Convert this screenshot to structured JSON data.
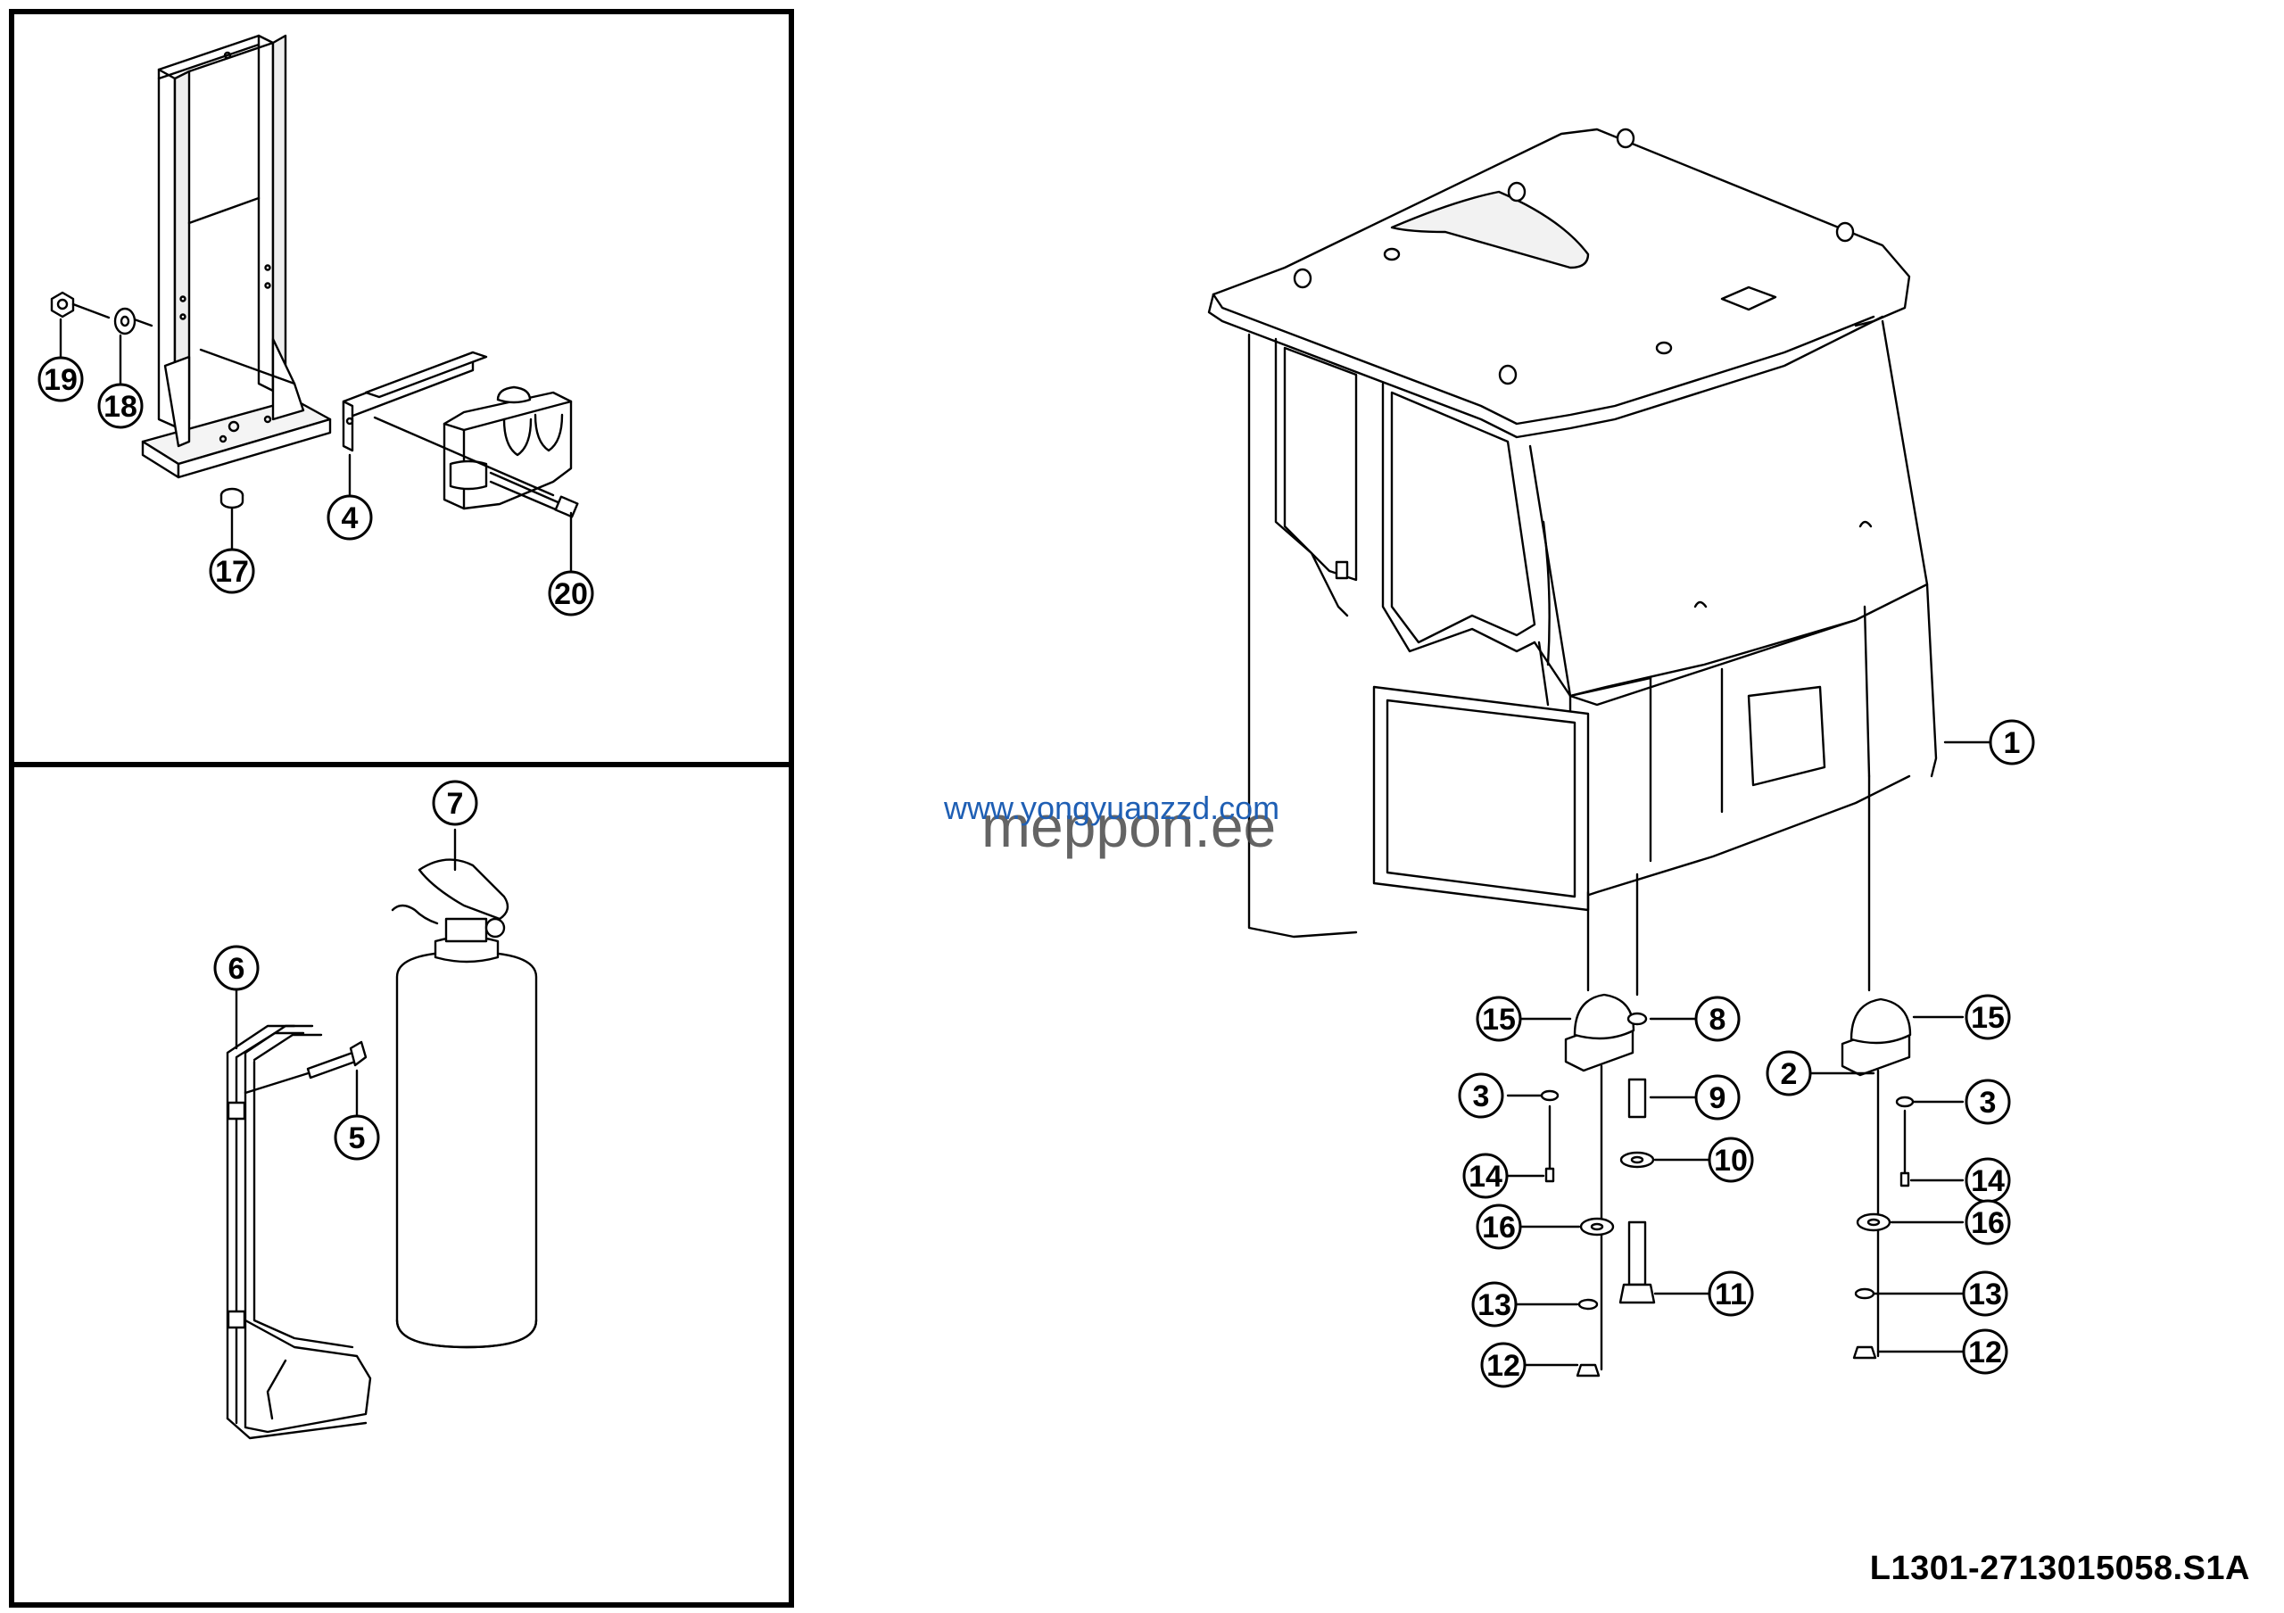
{
  "drawing": {
    "part_code": "L1301-2713015058.S1A",
    "watermark_url": "www.yongyuanzzd.com",
    "watermark_text": "meppon.ee"
  },
  "callouts": [
    {
      "id": "c1",
      "num": "1"
    },
    {
      "id": "c2",
      "num": "2"
    },
    {
      "id": "c3a",
      "num": "3"
    },
    {
      "id": "c3b",
      "num": "3"
    },
    {
      "id": "c4",
      "num": "4"
    },
    {
      "id": "c5",
      "num": "5"
    },
    {
      "id": "c6",
      "num": "6"
    },
    {
      "id": "c7",
      "num": "7"
    },
    {
      "id": "c8",
      "num": "8"
    },
    {
      "id": "c9",
      "num": "9"
    },
    {
      "id": "c10",
      "num": "10"
    },
    {
      "id": "c11",
      "num": "11"
    },
    {
      "id": "c12a",
      "num": "12"
    },
    {
      "id": "c12b",
      "num": "12"
    },
    {
      "id": "c13a",
      "num": "13"
    },
    {
      "id": "c13b",
      "num": "13"
    },
    {
      "id": "c14a",
      "num": "14"
    },
    {
      "id": "c14b",
      "num": "14"
    },
    {
      "id": "c15a",
      "num": "15"
    },
    {
      "id": "c15b",
      "num": "15"
    },
    {
      "id": "c16a",
      "num": "16"
    },
    {
      "id": "c16b",
      "num": "16"
    },
    {
      "id": "c17",
      "num": "17"
    },
    {
      "id": "c18",
      "num": "18"
    },
    {
      "id": "c19",
      "num": "19"
    },
    {
      "id": "c20",
      "num": "20"
    }
  ],
  "colors": {
    "line": "#000000",
    "watermark_blue": "#1f5fb4",
    "watermark_gray": "#4a4a4a"
  }
}
